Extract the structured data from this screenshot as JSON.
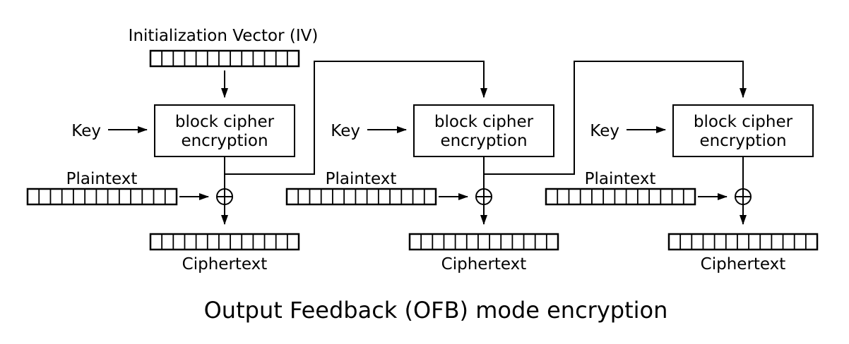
{
  "title": "Output Feedback (OFB) mode encryption",
  "labels": {
    "iv": "Initialization Vector (IV)",
    "key": "Key",
    "plaintext": "Plaintext",
    "ciphertext": "Ciphertext",
    "block_cipher_line1": "block cipher",
    "block_cipher_line2": "encryption"
  },
  "registers": {
    "cells": 13
  },
  "icons": {
    "xor": "circle-plus-xor"
  },
  "colors": {
    "line": "#000000",
    "background": "#ffffff"
  },
  "columns": 3
}
